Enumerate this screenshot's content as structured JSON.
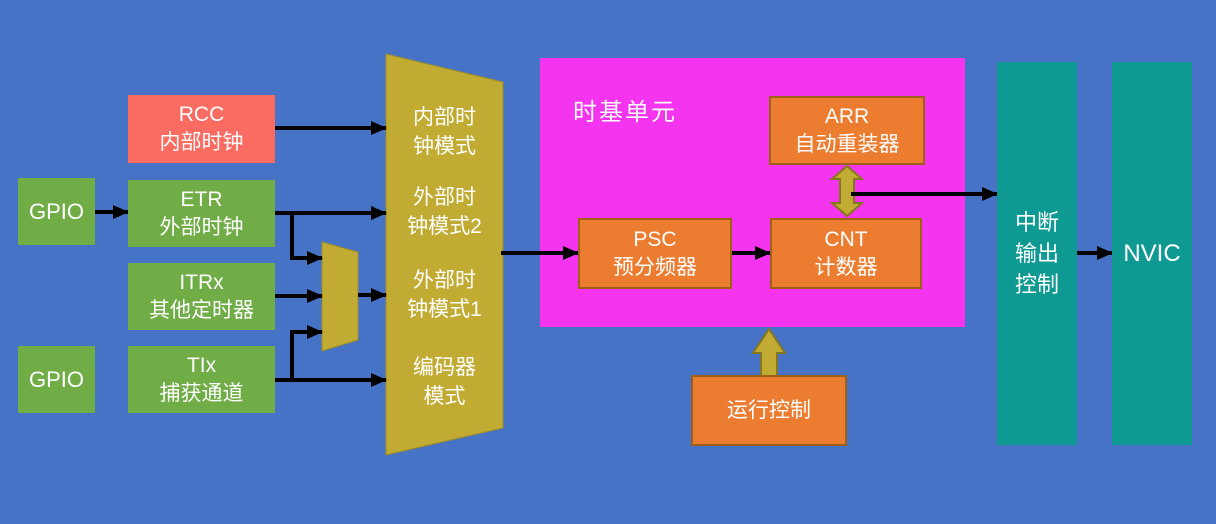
{
  "colors": {
    "background": "#4673C5",
    "green": "#70AD47",
    "red": "#FA6B62",
    "olive": "#C2AB33",
    "olive_border": "#85771F",
    "magenta": "#F434EF",
    "orange": "#EC7D30",
    "orange_border": "#9C6017",
    "teal": "#0E9A93",
    "line": "#000000",
    "text": "#FFFFFF"
  },
  "nodes": {
    "rcc": {
      "line1": "RCC",
      "line2": "内部时钟"
    },
    "gpio_top": {
      "label": "GPIO"
    },
    "etr": {
      "line1": "ETR",
      "line2": "外部时钟"
    },
    "itrx": {
      "line1": "ITRx",
      "line2": "其他定时器"
    },
    "gpio_bottom": {
      "label": "GPIO"
    },
    "tix": {
      "line1": "TIx",
      "line2": "捕获通道"
    },
    "clock_modes": {
      "internal": {
        "line1": "内部时",
        "line2": "钟模式"
      },
      "external2": {
        "line1": "外部时",
        "line2": "钟模式2"
      },
      "external1": {
        "line1": "外部时",
        "line2": "钟模式1"
      },
      "encoder": {
        "line1": "编码器",
        "line2": "模式"
      }
    },
    "time_base": {
      "label": "时基单元"
    },
    "psc": {
      "line1": "PSC",
      "line2": "预分频器"
    },
    "cnt": {
      "line1": "CNT",
      "line2": "计数器"
    },
    "arr": {
      "line1": "ARR",
      "line2": "自动重装器"
    },
    "run_control": {
      "label": "运行控制"
    },
    "interrupt_output": {
      "line1": "中断",
      "line2": "输出",
      "line3": "控制"
    },
    "nvic": {
      "label": "NVIC"
    }
  }
}
